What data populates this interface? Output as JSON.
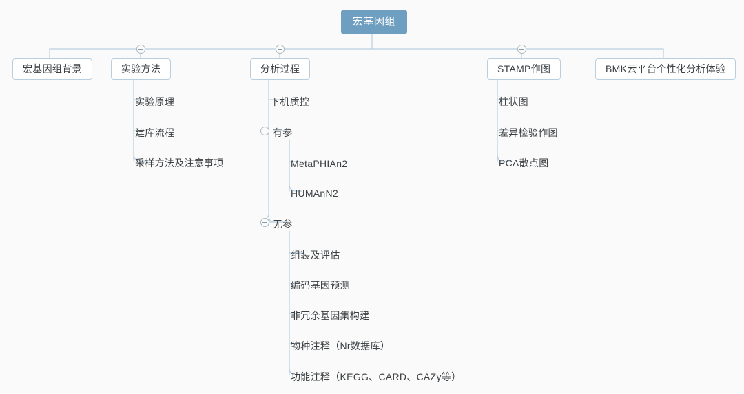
{
  "diagram": {
    "title": "宏基因组",
    "type": "mind-map-tree",
    "background_color": "#fafafa",
    "root_fill_color": "#6f9fc0",
    "root_text_color": "#ffffff",
    "box_border_color": "#b9cfe0",
    "box_fill_color": "#ffffff",
    "connector_color": "#b9cfe0",
    "text_color": "#3c4043",
    "toggle_icon": "collapse-minus-circle"
  },
  "root": {
    "label": "宏基因组"
  },
  "branches": [
    {
      "id": "background",
      "label": "宏基因组背景",
      "has_toggle": false,
      "children": []
    },
    {
      "id": "experiment-method",
      "label": "实验方法",
      "has_toggle": true,
      "children": [
        {
          "label": "实验原理"
        },
        {
          "label": "建库流程"
        },
        {
          "label": "采样方法及注意事项"
        }
      ]
    },
    {
      "id": "analysis-process",
      "label": "分析过程",
      "has_toggle": true,
      "children": [
        {
          "label": "下机质控",
          "has_toggle": false,
          "children": []
        },
        {
          "label": "有参",
          "has_toggle": true,
          "children": [
            {
              "label": "MetaPHIAn2"
            },
            {
              "label": "HUMAnN2"
            }
          ]
        },
        {
          "label": "无参",
          "has_toggle": true,
          "children": [
            {
              "label": "组装及评估"
            },
            {
              "label": "编码基因预测"
            },
            {
              "label": "非冗余基因集构建"
            },
            {
              "label": "物种注释（Nr数据库）"
            },
            {
              "label": "功能注释（KEGG、CARD、CAZy等）"
            }
          ]
        }
      ]
    },
    {
      "id": "stamp-plotting",
      "label": "STAMP作图",
      "has_toggle": true,
      "children": [
        {
          "label": "柱状图"
        },
        {
          "label": "差异检验作图"
        },
        {
          "label": "PCA散点图"
        }
      ]
    },
    {
      "id": "bmk-cloud",
      "label": "BMK云平台个性化分析体验",
      "has_toggle": false,
      "children": []
    }
  ]
}
